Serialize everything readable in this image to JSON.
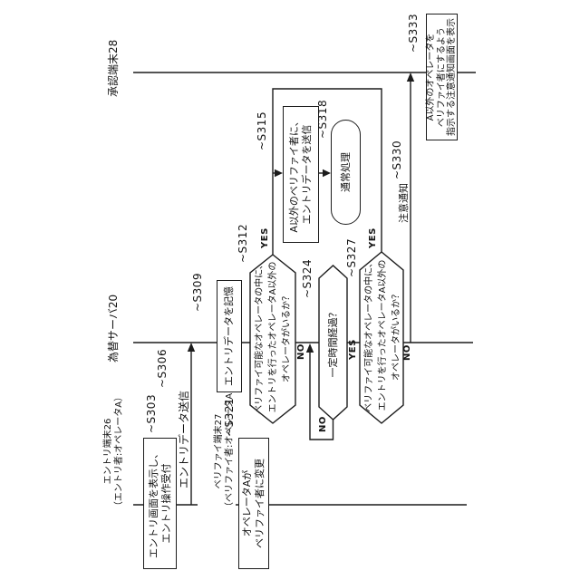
{
  "lanes": {
    "entry": {
      "line1": "エントリ端末26",
      "line2": "（エントリ者:オペレータA）"
    },
    "verify": {
      "line1": "ベリファイ端末27",
      "line2": "（ベリファイ者:オペレータA）"
    },
    "server": {
      "label": "為替サーバ20"
    },
    "approval": {
      "label": "承認端末28"
    }
  },
  "steps": {
    "s303": {
      "tag": "~S303",
      "line1": "エントリ画面を表示し、",
      "line2": "エントリ操作受付"
    },
    "s306": {
      "tag": "~S306",
      "label": "エントリデータ送信"
    },
    "s309": {
      "tag": "~S309",
      "label": "エントリデータを記憶"
    },
    "s312": {
      "tag": "~S312",
      "line1": "ベリファイ可能なオペレータの中に、",
      "line2": "エントリを行ったオペレータA以外の",
      "line3": "オペレータがいるか？"
    },
    "s315": {
      "tag": "~S315",
      "line1": "A以外のベリファイ者に、",
      "line2": "エントリデータを送信"
    },
    "s318": {
      "tag": "~S318",
      "label": "通常処理"
    },
    "s321": {
      "tag": "~S321",
      "line1": "オペレータAが",
      "line2": "ベリファイ者に変更"
    },
    "s324": {
      "tag": "~S324",
      "label": "一定時間経過？"
    },
    "s327": {
      "tag": "~S327",
      "line1": "ベリファイ可能なオペレータの中に、",
      "line2": "エントリを行ったオペレータA以外の",
      "line3": "オペレータがいるか？"
    },
    "s330": {
      "tag": "~S330",
      "label": "注意通知"
    },
    "s333": {
      "tag": "~S333",
      "line1": "A以外のオペレータを",
      "line2": "ベリファイ者にするよう",
      "line3": "指示する注意通知画面を表示"
    }
  },
  "branches": {
    "s312_yes": "YES",
    "s312_no": "NO",
    "s324_yes": "YES",
    "s324_no": "NO",
    "s327_yes": "YES",
    "s327_no": "NO"
  },
  "colors": {
    "line": "#1c1c1c",
    "background": "#ffffff"
  }
}
